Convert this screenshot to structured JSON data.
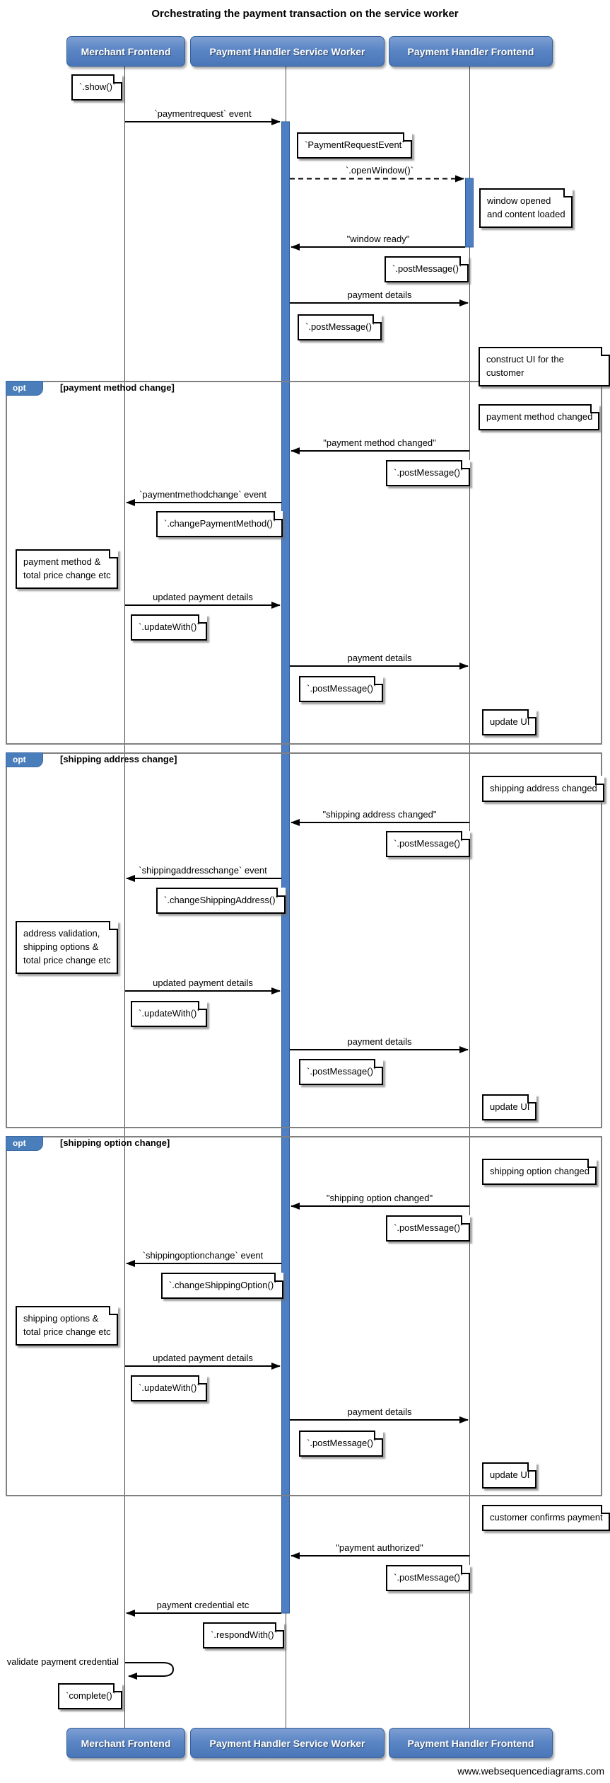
{
  "title": "Orchestrating the payment transaction on the service worker",
  "watermark": "www.websequencediagrams.com",
  "colors": {
    "participant_blue": "#4d7ec6",
    "activation_blue": "#4e7fc4",
    "fragment_label_blue": "#4a7ebb",
    "fragment_border_gray": "#808080"
  },
  "participants": [
    {
      "label": "Merchant Frontend"
    },
    {
      "label": "Payment Handler Service Worker"
    },
    {
      "label": "Payment Handler Frontend"
    }
  ],
  "fragments": [
    {
      "keyword": "opt",
      "condition": "[payment method change]"
    },
    {
      "keyword": "opt",
      "condition": "[shipping address change]"
    },
    {
      "keyword": "opt",
      "condition": "[shipping option change]"
    }
  ],
  "messages": [
    {
      "label": "`paymentrequest` event"
    },
    {
      "label": "`.openWindow()`"
    },
    {
      "label": "\"window ready\""
    },
    {
      "label": "payment details"
    },
    {
      "label": "\"payment method changed\""
    },
    {
      "label": "`paymentmethodchange` event"
    },
    {
      "label": "updated payment details"
    },
    {
      "label": "payment details"
    },
    {
      "label": "\"shipping address changed\""
    },
    {
      "label": "`shippingaddresschange` event"
    },
    {
      "label": "updated payment details"
    },
    {
      "label": "payment details"
    },
    {
      "label": "\"shipping option changed\""
    },
    {
      "label": "`shippingoptionchange` event"
    },
    {
      "label": "updated payment details"
    },
    {
      "label": "payment details"
    },
    {
      "label": "\"payment authorized\""
    },
    {
      "label": "payment credential etc"
    },
    {
      "label": "validate payment credential"
    }
  ],
  "notes": [
    {
      "text": "`.show()`"
    },
    {
      "text": "`PaymentRequestEvent`"
    },
    {
      "text": "window opened\nand content loaded"
    },
    {
      "text": "`.postMessage()`"
    },
    {
      "text": "`.postMessage()`"
    },
    {
      "text": "construct UI for the customer"
    },
    {
      "text": "payment method changed"
    },
    {
      "text": "`.postMessage()`"
    },
    {
      "text": "`.changePaymentMethod()`"
    },
    {
      "text": "payment method &\ntotal price change etc"
    },
    {
      "text": "`.updateWith()`"
    },
    {
      "text": "`.postMessage()`"
    },
    {
      "text": "update UI"
    },
    {
      "text": "shipping address changed"
    },
    {
      "text": "`.postMessage()`"
    },
    {
      "text": "`.changeShippingAddress()`"
    },
    {
      "text": "address validation,\nshipping options &\ntotal price change etc"
    },
    {
      "text": "`.updateWith()`"
    },
    {
      "text": "`.postMessage()`"
    },
    {
      "text": "update UI"
    },
    {
      "text": "shipping option changed"
    },
    {
      "text": "`.postMessage()`"
    },
    {
      "text": "`.changeShippingOption()`"
    },
    {
      "text": "shipping options &\ntotal price change etc"
    },
    {
      "text": "`.updateWith()`"
    },
    {
      "text": "`.postMessage()`"
    },
    {
      "text": "update UI"
    },
    {
      "text": "customer confirms payment"
    },
    {
      "text": "`.postMessage()`"
    },
    {
      "text": "`.respondWith()`"
    },
    {
      "text": "`complete()`"
    }
  ]
}
